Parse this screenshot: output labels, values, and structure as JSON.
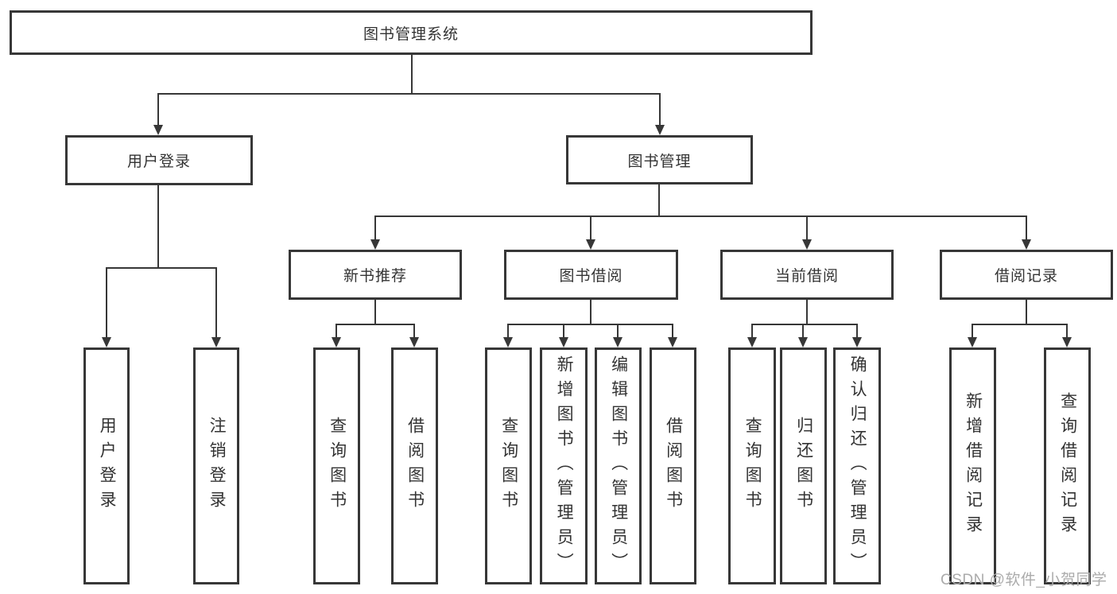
{
  "diagram": {
    "root": {
      "label": "图书管理系统"
    },
    "level1": [
      {
        "label": "用户登录"
      },
      {
        "label": "图书管理"
      }
    ],
    "level2": [
      {
        "label": "新书推荐"
      },
      {
        "label": "图书借阅"
      },
      {
        "label": "当前借阅"
      },
      {
        "label": "借阅记录"
      }
    ],
    "leaves": {
      "user_login": [
        "用户登录",
        "注销登录"
      ],
      "new_book": [
        "查询图书",
        "借阅图书"
      ],
      "book_borrow": [
        "查询图书",
        "新增图书（管理员）",
        "编辑图书（管理员）",
        "借阅图书"
      ],
      "current_borrow": [
        "查询图书",
        "归还图书",
        "确认归还（管理员）"
      ],
      "borrow_records": [
        "新增借阅记录",
        "查询借阅记录"
      ]
    }
  },
  "watermark": {
    "text": "CSDN @软件_小贺同学",
    "color": "#ababab"
  },
  "colors": {
    "line": "#373737",
    "text": "#333333",
    "background": "#ffffff"
  }
}
